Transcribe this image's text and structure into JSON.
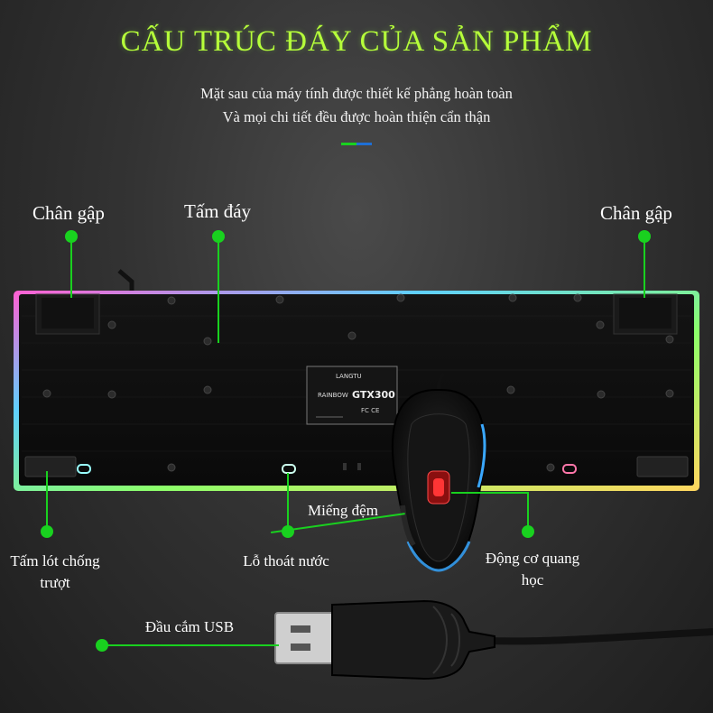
{
  "title": "CẤU TRÚC ĐÁY CỦA SẢN PHẨM",
  "subtitle_line1": "Mặt sau của máy tính được thiết kế phẳng hoàn toàn",
  "subtitle_line2": "Và mọi chi tiết đều được hoàn thiện cẩn thận",
  "labels": {
    "folding_foot_left": "Chân gập",
    "base_plate": "Tấm đáy",
    "folding_foot_right": "Chân gập",
    "anti_slip_pad_line1": "Tấm lót chống",
    "anti_slip_pad_line2": "trượt",
    "drain_hole": "Lỗ thoát nước",
    "mouse_pad": "Miếng đệm",
    "optical_sensor_line1": "Động cơ quang",
    "optical_sensor_line2": "học",
    "usb_plug": "Đầu cắm USB"
  },
  "sticker": {
    "brand": "LANGTU",
    "model_prefix": "RAINBOW",
    "model": "GTX300",
    "marks": "FC CE"
  },
  "colors": {
    "accent": "#19d11f",
    "title": "#b6ff3a",
    "accent_bar_blue": "#1e6fd6"
  }
}
